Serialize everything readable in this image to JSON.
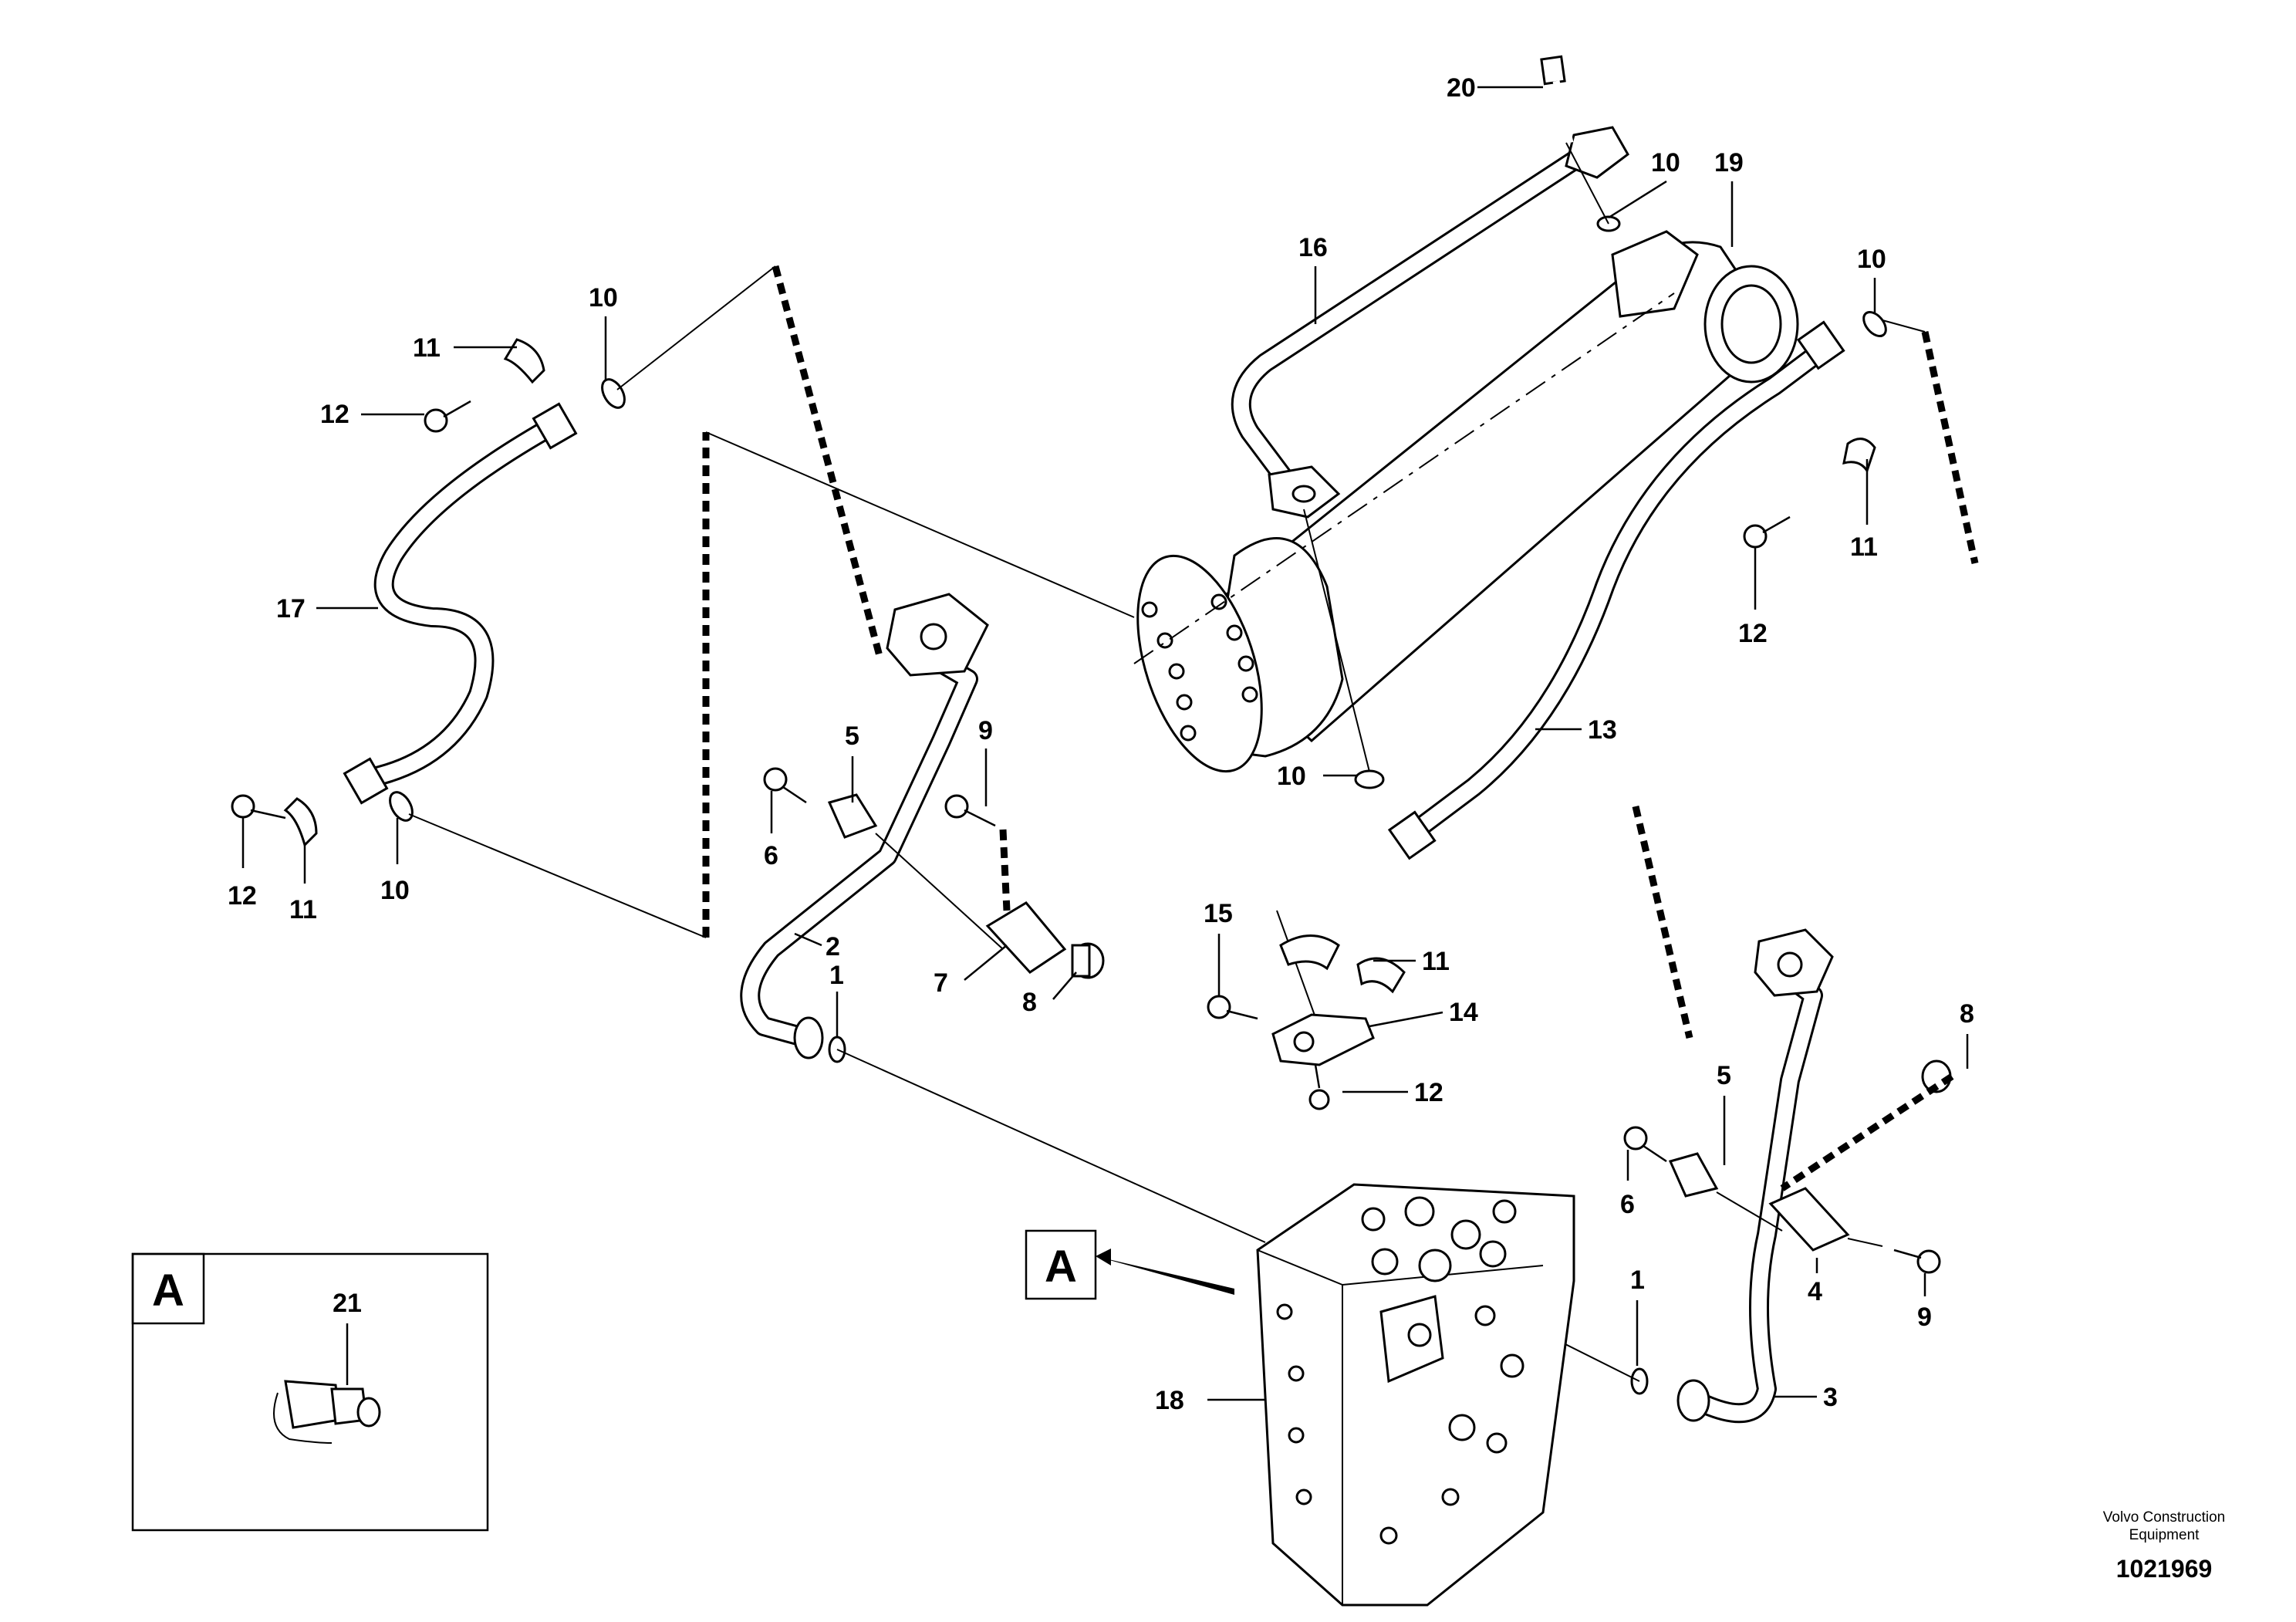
{
  "callouts": {
    "c20": "20",
    "c10a": "10",
    "c19": "19",
    "c16": "16",
    "c10b": "10",
    "c11a": "11",
    "c12a": "12",
    "c10c": "10",
    "c17": "17",
    "c12b": "12",
    "c11b": "11",
    "c10d": "10",
    "c5a": "5",
    "c9a": "9",
    "c6a": "6",
    "c2": "2",
    "c1a": "1",
    "c7": "7",
    "c8a": "8",
    "c11c": "11",
    "c12c": "12",
    "c13": "13",
    "c10e": "10",
    "c15": "15",
    "c11d": "11",
    "c14": "14",
    "c12d": "12",
    "c8b": "8",
    "c5b": "5",
    "c6b": "6",
    "c1b": "1",
    "c4": "4",
    "c9b": "9",
    "c3": "3",
    "c18": "18",
    "c21": "21"
  },
  "detail_view": {
    "letter": "A"
  },
  "main_view_ref": {
    "letter": "A"
  },
  "footer": {
    "company_line1": "Volvo Construction",
    "company_line2": "Equipment",
    "document_number": "1021969"
  }
}
